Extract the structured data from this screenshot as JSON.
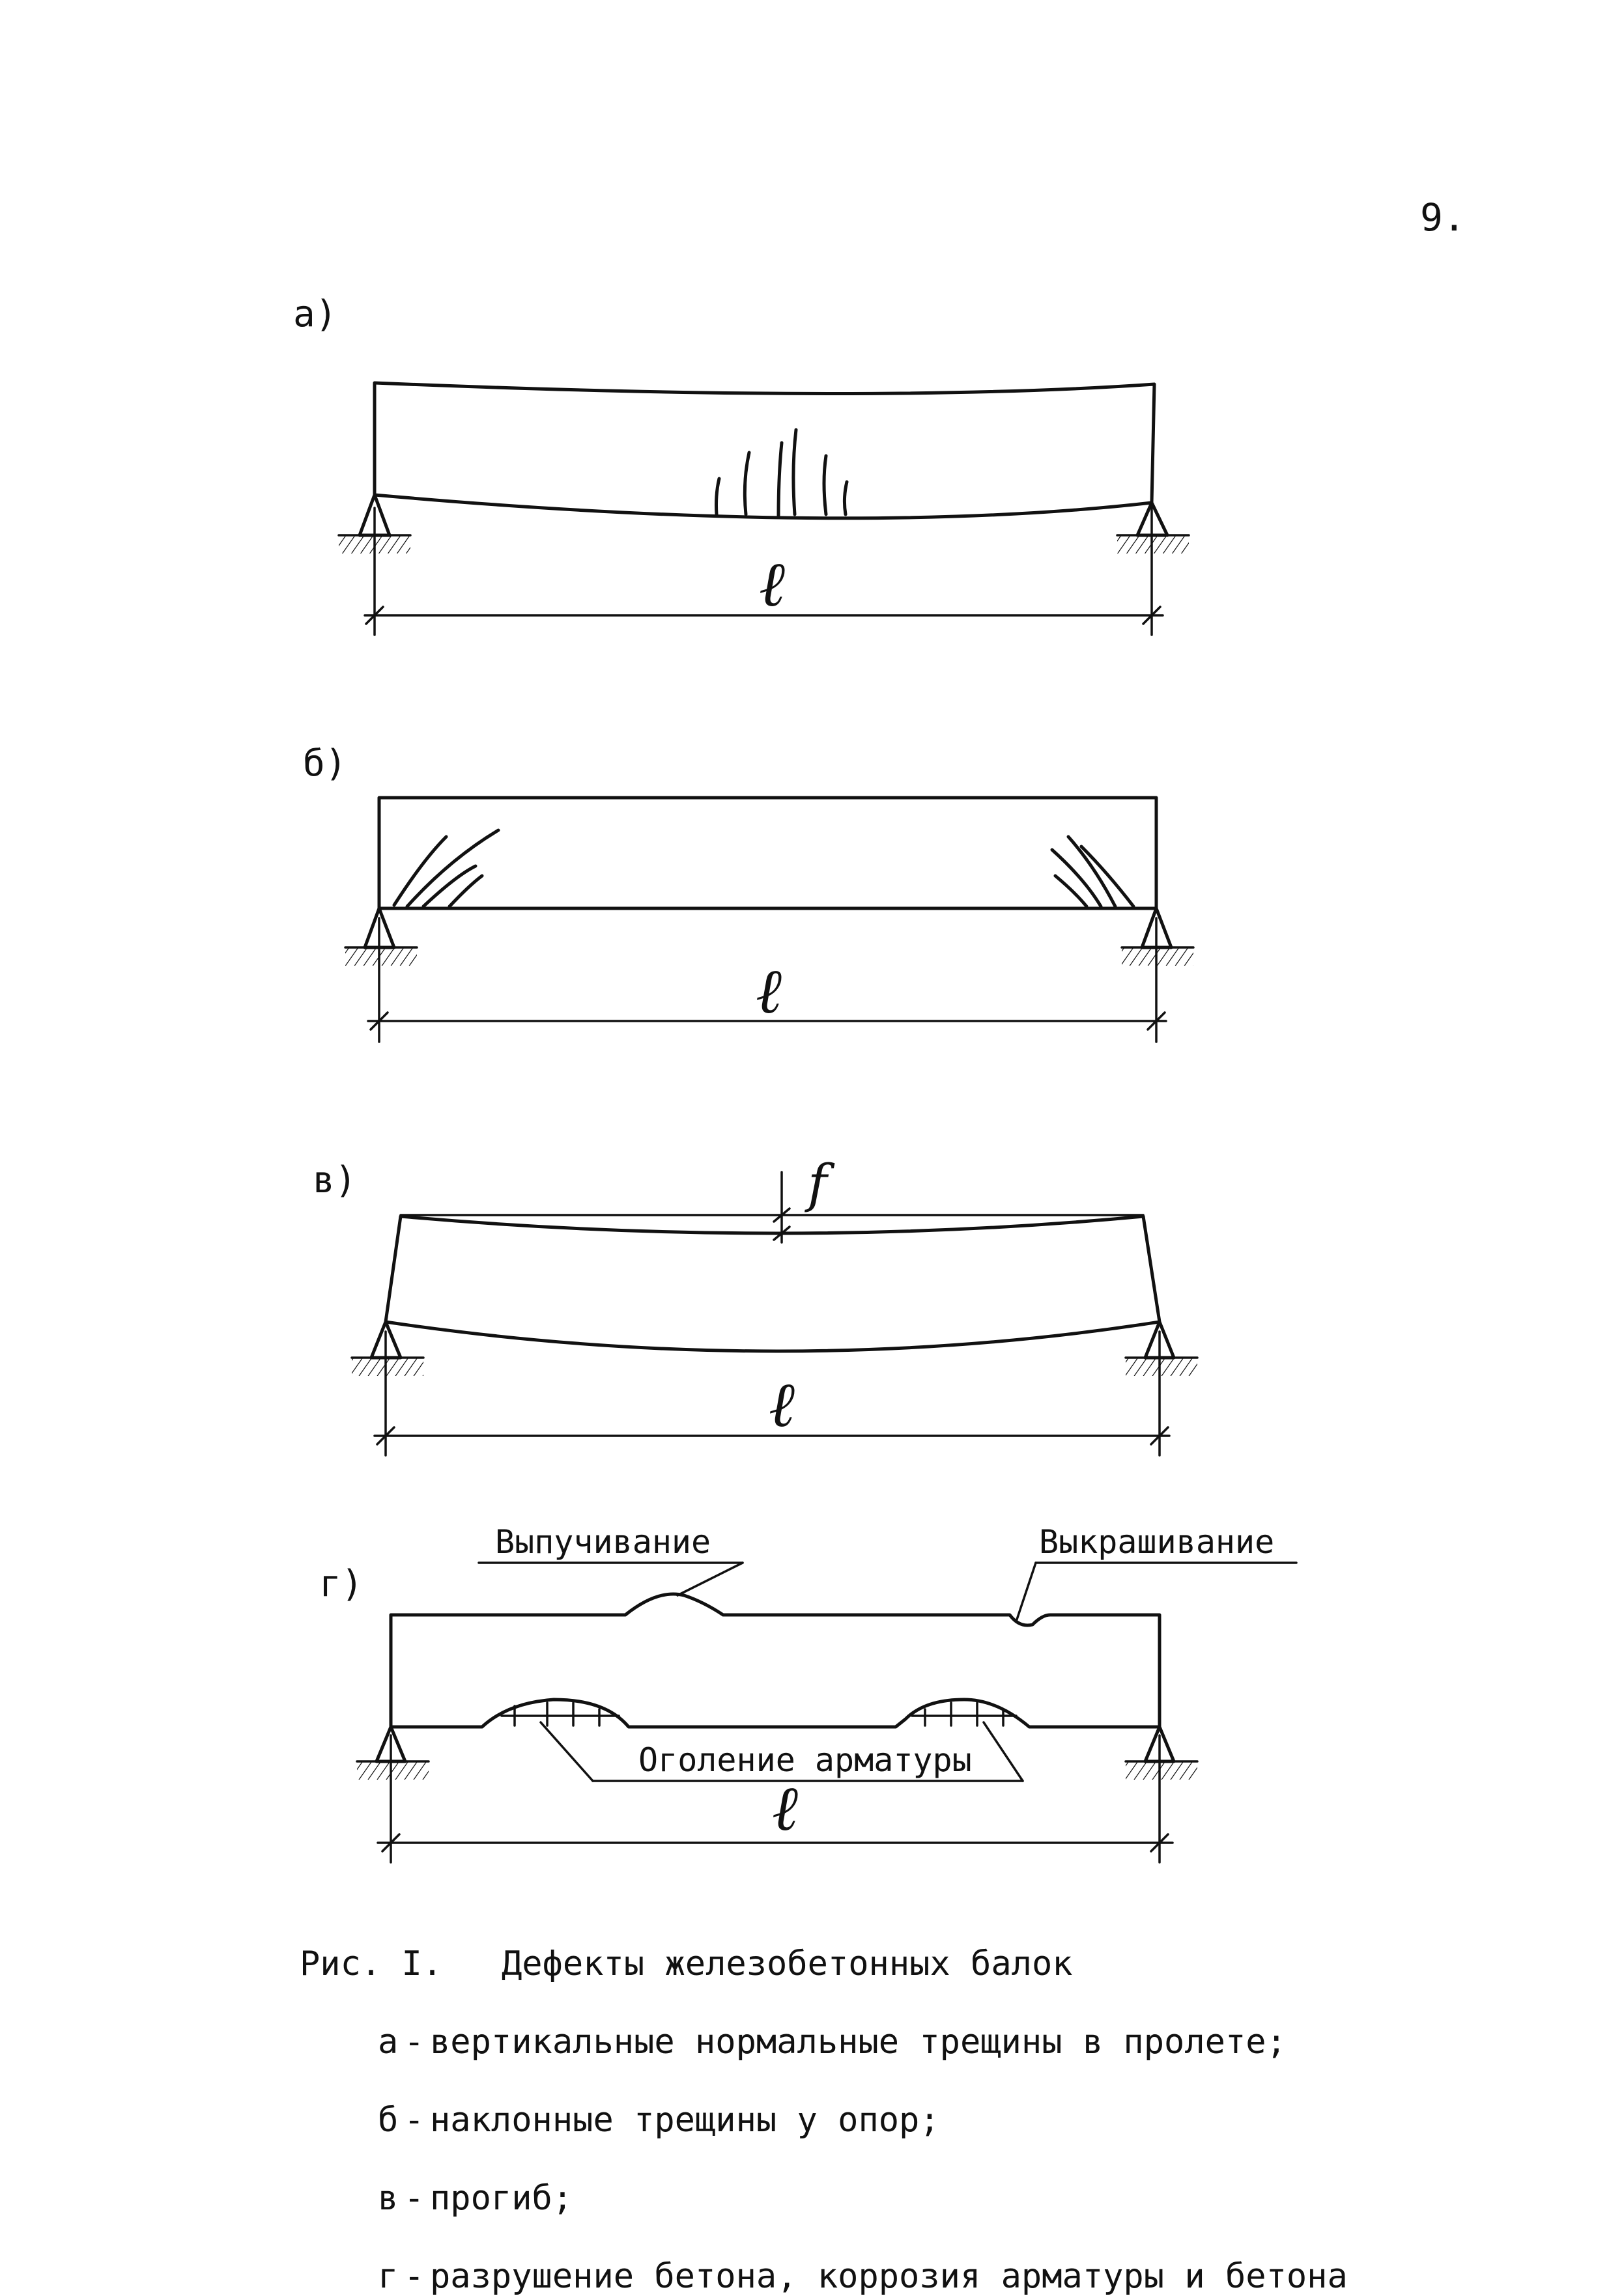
{
  "page": {
    "number": "9."
  },
  "panels": {
    "a": {
      "label": "а)"
    },
    "b": {
      "label": "б)"
    },
    "v": {
      "label": "в)"
    },
    "g": {
      "label": "г)"
    }
  },
  "dimensions": {
    "span_symbol": "ℓ",
    "deflection_symbol": "f"
  },
  "annotations": {
    "buckling": "Выпучивание",
    "spalling": "Выкрашивание",
    "rebar_exposure": "Оголение арматуры"
  },
  "caption": {
    "figure_number": "Рис. I.",
    "title": "Дефекты железобетонных балок",
    "items": [
      {
        "letter": "а",
        "dash": "-",
        "text": "вертикальные нормальные трещины в пролете;"
      },
      {
        "letter": "б",
        "dash": "-",
        "text": "наклонные трещины у опор;"
      },
      {
        "letter": "в",
        "dash": "-",
        "text": "прогиб;"
      },
      {
        "letter": "г",
        "dash": "-",
        "text": "разрушение бетона, коррозия арматуры и бетона"
      }
    ]
  }
}
